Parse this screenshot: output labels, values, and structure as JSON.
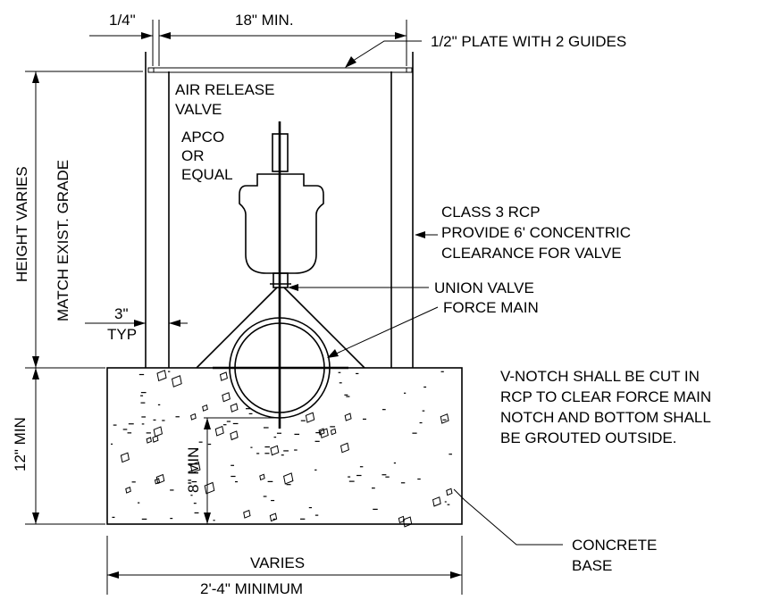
{
  "dimensions": {
    "plate_gap": "1/4\"",
    "width_min": "18\" MIN.",
    "wall": "3\"",
    "wall_typ": "TYP",
    "height": "HEIGHT VARIES",
    "grade": "MATCH EXIST. GRADE",
    "base_depth": "12\" MIN",
    "cover": "8\" MIN",
    "base_width_varies": "VARIES",
    "base_width_min": "2'-4\" MINIMUM"
  },
  "labels": {
    "plate": "1/2\" PLATE WITH 2 GUIDES",
    "valve_line1": "AIR RELEASE",
    "valve_line2": "VALVE",
    "apco_line1": "APCO",
    "apco_line2": "OR",
    "apco_line3": "EQUAL",
    "rcp_line1": "CLASS 3 RCP",
    "rcp_line2": "PROVIDE 6' CONCENTRIC",
    "rcp_line3": "CLEARANCE FOR VALVE",
    "union_line1": "UNION VALVE",
    "union_line2": "FORCE MAIN",
    "notch_line1": "V-NOTCH SHALL BE CUT IN",
    "notch_line2": "RCP TO CLEAR FORCE MAIN",
    "notch_line3": "NOTCH AND BOTTOM SHALL",
    "notch_line4": "BE GROUTED OUTSIDE.",
    "base_line1": "CONCRETE",
    "base_line2": "BASE"
  }
}
